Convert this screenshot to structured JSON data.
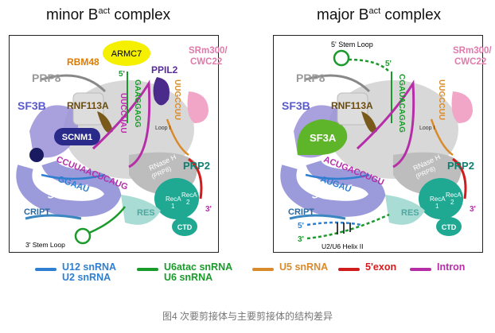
{
  "titles": {
    "minor_main": "minor B",
    "minor_sup": "act",
    "minor_rest": " complex",
    "major_main": "major B",
    "major_sup": "act",
    "major_rest": " complex"
  },
  "minor": {
    "armc7": "ARMC7",
    "rbm48": "RBM48",
    "ppil2": "PPIL2",
    "prp8": "PRP8",
    "sf3b": "SF3B",
    "rnf113a": "RNF113A",
    "scnm1": "SCNM1",
    "srm300a": "SRm300/",
    "srm300b": "CWC22",
    "rnaseh1": "RNase H",
    "rnaseh2": "(PRP8)",
    "prp2": "PRP2",
    "reca1a": "RecA",
    "reca1b": "1",
    "reca2a": "RecA",
    "reca2b": "2",
    "ctd": "CTD",
    "res": "RES",
    "cript": "CRIPT",
    "sf3b155": "SF3b155",
    "stem3": "3' Stem Loop",
    "loop1": "Loop I",
    "five": "5'",
    "three": "3'",
    "u12seq": "GGAAU",
    "intronseq": "CCUUAACUCAUG",
    "u6seq": "GAAGGAGG",
    "u6seq2": "UUCCUAU",
    "u5seq": "UUGCCUU"
  },
  "major": {
    "stem5": "5' Stem Loop",
    "five": "5'",
    "prp8": "PRP8",
    "sf3b": "SF3B",
    "rnf113a": "RNF113A",
    "sf3a": "SF3A",
    "srm300a": "SRm300/",
    "srm300b": "CWC22",
    "rnaseh1": "RNase H",
    "rnaseh2": "(PRP8)",
    "prp2": "PRP2",
    "reca1a": "RecA",
    "reca1b": "1",
    "reca2a": "RecA",
    "reca2b": "2",
    "ctd": "CTD",
    "res": "RES",
    "cript": "CRIPT",
    "sf3b155": "SF3b155",
    "helix": "U2/U6 Helix II",
    "loop1": "Loop I",
    "three": "3'",
    "five_u2": "5'",
    "three_u2": "3'",
    "u2seq": "AUGAU",
    "intronseq": "ACUGACCUGU",
    "u6seq": "CGAUACAGAG",
    "u5seq": "UUGCCUU"
  },
  "legend": {
    "u12": "U12 snRNA",
    "u2": "U2 snRNA",
    "u6atac": "U6atac snRNA",
    "u6": "U6 snRNA",
    "u5": "U5 snRNA",
    "exon": "5'exon",
    "intron": "Intron"
  },
  "caption": "图4 次要剪接体与主要剪接体的结构差异",
  "colors": {
    "u12": "#2f7fd0",
    "u6": "#1a9a2a",
    "u5": "#d98a2a",
    "exon": "#d01c1c",
    "intron": "#b52ea8"
  }
}
